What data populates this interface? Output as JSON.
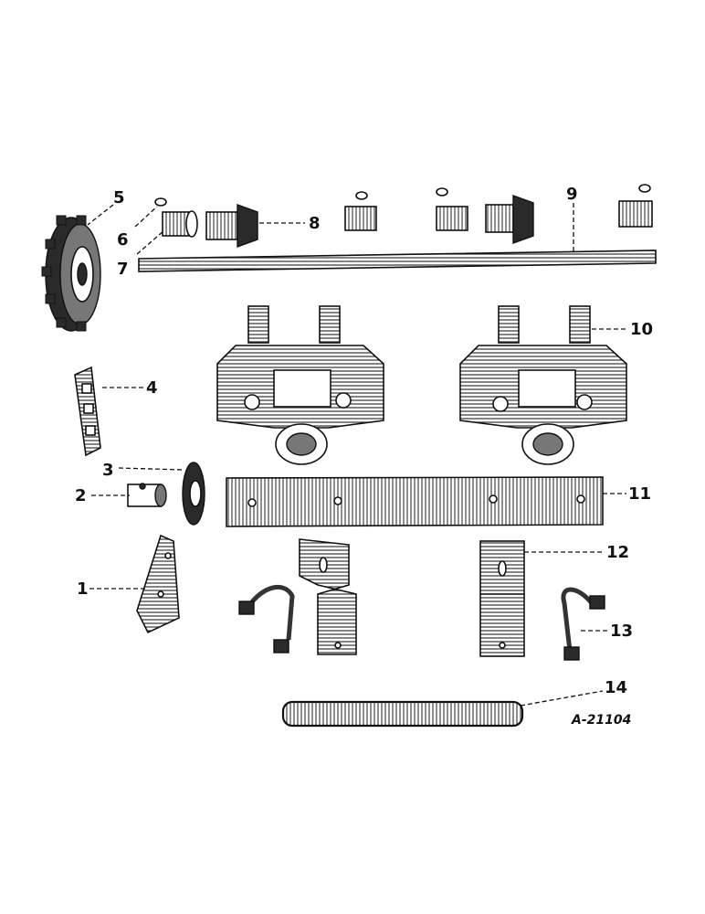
{
  "figure_id": "A-21104",
  "callouts": [
    "1",
    "2",
    "3",
    "4",
    "5",
    "6",
    "7",
    "8",
    "9",
    "10",
    "11",
    "12",
    "13",
    "14"
  ]
}
